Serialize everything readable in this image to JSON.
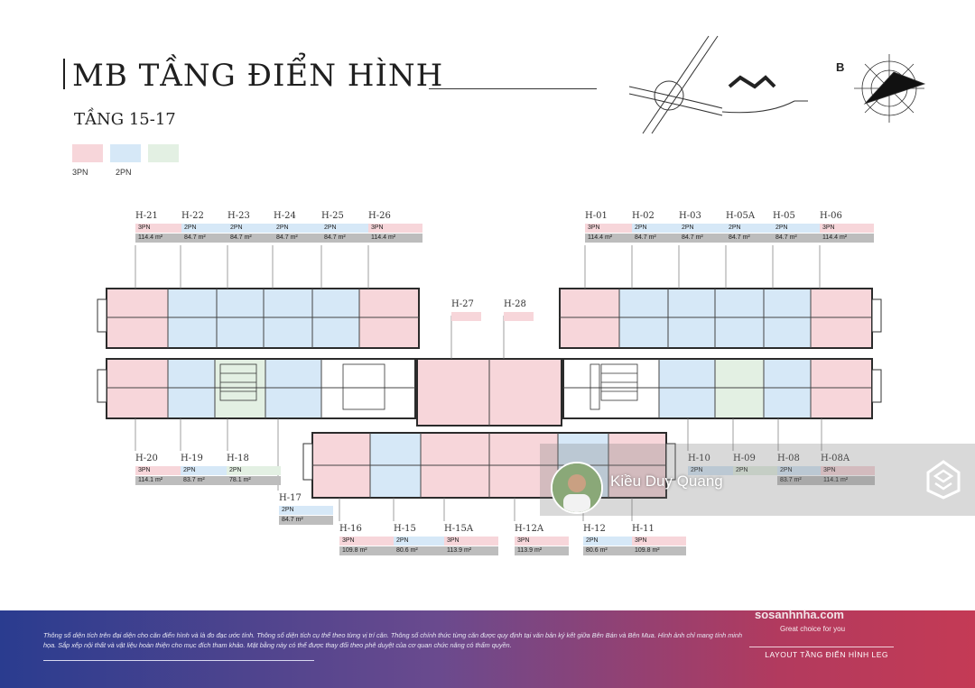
{
  "header": {
    "title": "MB TẦNG ĐIỂN HÌNH",
    "subtitle": "TẦNG 15-17",
    "compass_label": "B"
  },
  "legend": [
    {
      "label": "3PN",
      "color": "#f7d6da"
    },
    {
      "label": "2PN",
      "color": "#d6e8f7"
    },
    {
      "label": "",
      "color": "#e3f0e3"
    }
  ],
  "units_top_left": [
    {
      "code": "H-21",
      "type": "3PN",
      "area": "114.4 m²"
    },
    {
      "code": "H-22",
      "type": "2PN",
      "area": "84.7 m²"
    },
    {
      "code": "H-23",
      "type": "2PN",
      "area": "84.7 m²"
    },
    {
      "code": "H-24",
      "type": "2PN",
      "area": "84.7 m²"
    },
    {
      "code": "H-25",
      "type": "2PN",
      "area": "84.7 m²"
    },
    {
      "code": "H-26",
      "type": "3PN",
      "area": "114.4 m²"
    }
  ],
  "units_top_right": [
    {
      "code": "H-01",
      "type": "3PN",
      "area": "114.4 m²"
    },
    {
      "code": "H-02",
      "type": "2PN",
      "area": "84.7 m²"
    },
    {
      "code": "H-03",
      "type": "2PN",
      "area": "84.7 m²"
    },
    {
      "code": "H-05A",
      "type": "2PN",
      "area": "84.7 m²"
    },
    {
      "code": "H-05",
      "type": "2PN",
      "area": "84.7 m²"
    },
    {
      "code": "H-06",
      "type": "3PN",
      "area": "114.4 m²"
    }
  ],
  "units_middle": [
    {
      "code": "H-27"
    },
    {
      "code": "H-28"
    }
  ],
  "units_bottom_left": [
    {
      "code": "H-20",
      "type": "3PN",
      "area": "114.1 m²"
    },
    {
      "code": "H-19",
      "type": "2PN",
      "area": "83.7 m²"
    },
    {
      "code": "H-18",
      "type": "2PN",
      "area": "78.1 m²"
    },
    {
      "code": "H-17",
      "type": "2PN",
      "area": "84.7 m²"
    }
  ],
  "units_bottom_center": [
    {
      "code": "H-16",
      "type": "3PN",
      "area": "109.8 m²"
    },
    {
      "code": "H-15",
      "type": "2PN",
      "area": "80.6 m²"
    },
    {
      "code": "H-15A",
      "type": "3PN",
      "area": "113.9 m²"
    },
    {
      "code": "H-12A",
      "type": "3PN",
      "area": "113.9 m²"
    },
    {
      "code": "H-12",
      "type": "2PN",
      "area": "80.6 m²"
    },
    {
      "code": "H-11",
      "type": "3PN",
      "area": "109.8 m²"
    }
  ],
  "units_bottom_right": [
    {
      "code": "H-10",
      "type": "2PN",
      "area": ""
    },
    {
      "code": "H-09",
      "type": "2PN",
      "area": ""
    },
    {
      "code": "H-08",
      "type": "2PN",
      "area": "83.7 m²"
    },
    {
      "code": "H-08A",
      "type": "3PN",
      "area": "114.1 m²"
    }
  ],
  "footer": {
    "note": "Thông số diện tích trên đại diện cho căn điển hình và là đo đạc ước tính. Thông số diện tích cụ thể theo từng vị trí căn. Thông số chính thức từng căn được quy định tại văn bản ký kết giữa Bên Bán và Bên Mua. Hình ảnh chỉ mang tính minh họa. Sắp xếp nội thất và vật liệu hoàn thiện cho mục đích tham khảo. Mặt bằng này có thể được thay đổi theo phê duyệt của cơ quan chức năng có thẩm quyền.",
    "layout_label": "LAYOUT TẦNG ĐIỂN HÌNH LEG"
  },
  "watermark": {
    "brand": "sosanhnha.com",
    "tagline": "Great choice for you",
    "agent_name": "Kiều Duy Quang"
  },
  "colors": {
    "room_3pn": "#f7d6da",
    "room_2pn": "#d6e8f7",
    "room_other": "#e3f0e3",
    "wall": "#2b2b2b",
    "footer_start": "#2a3c8f",
    "footer_end": "#c43a55"
  }
}
